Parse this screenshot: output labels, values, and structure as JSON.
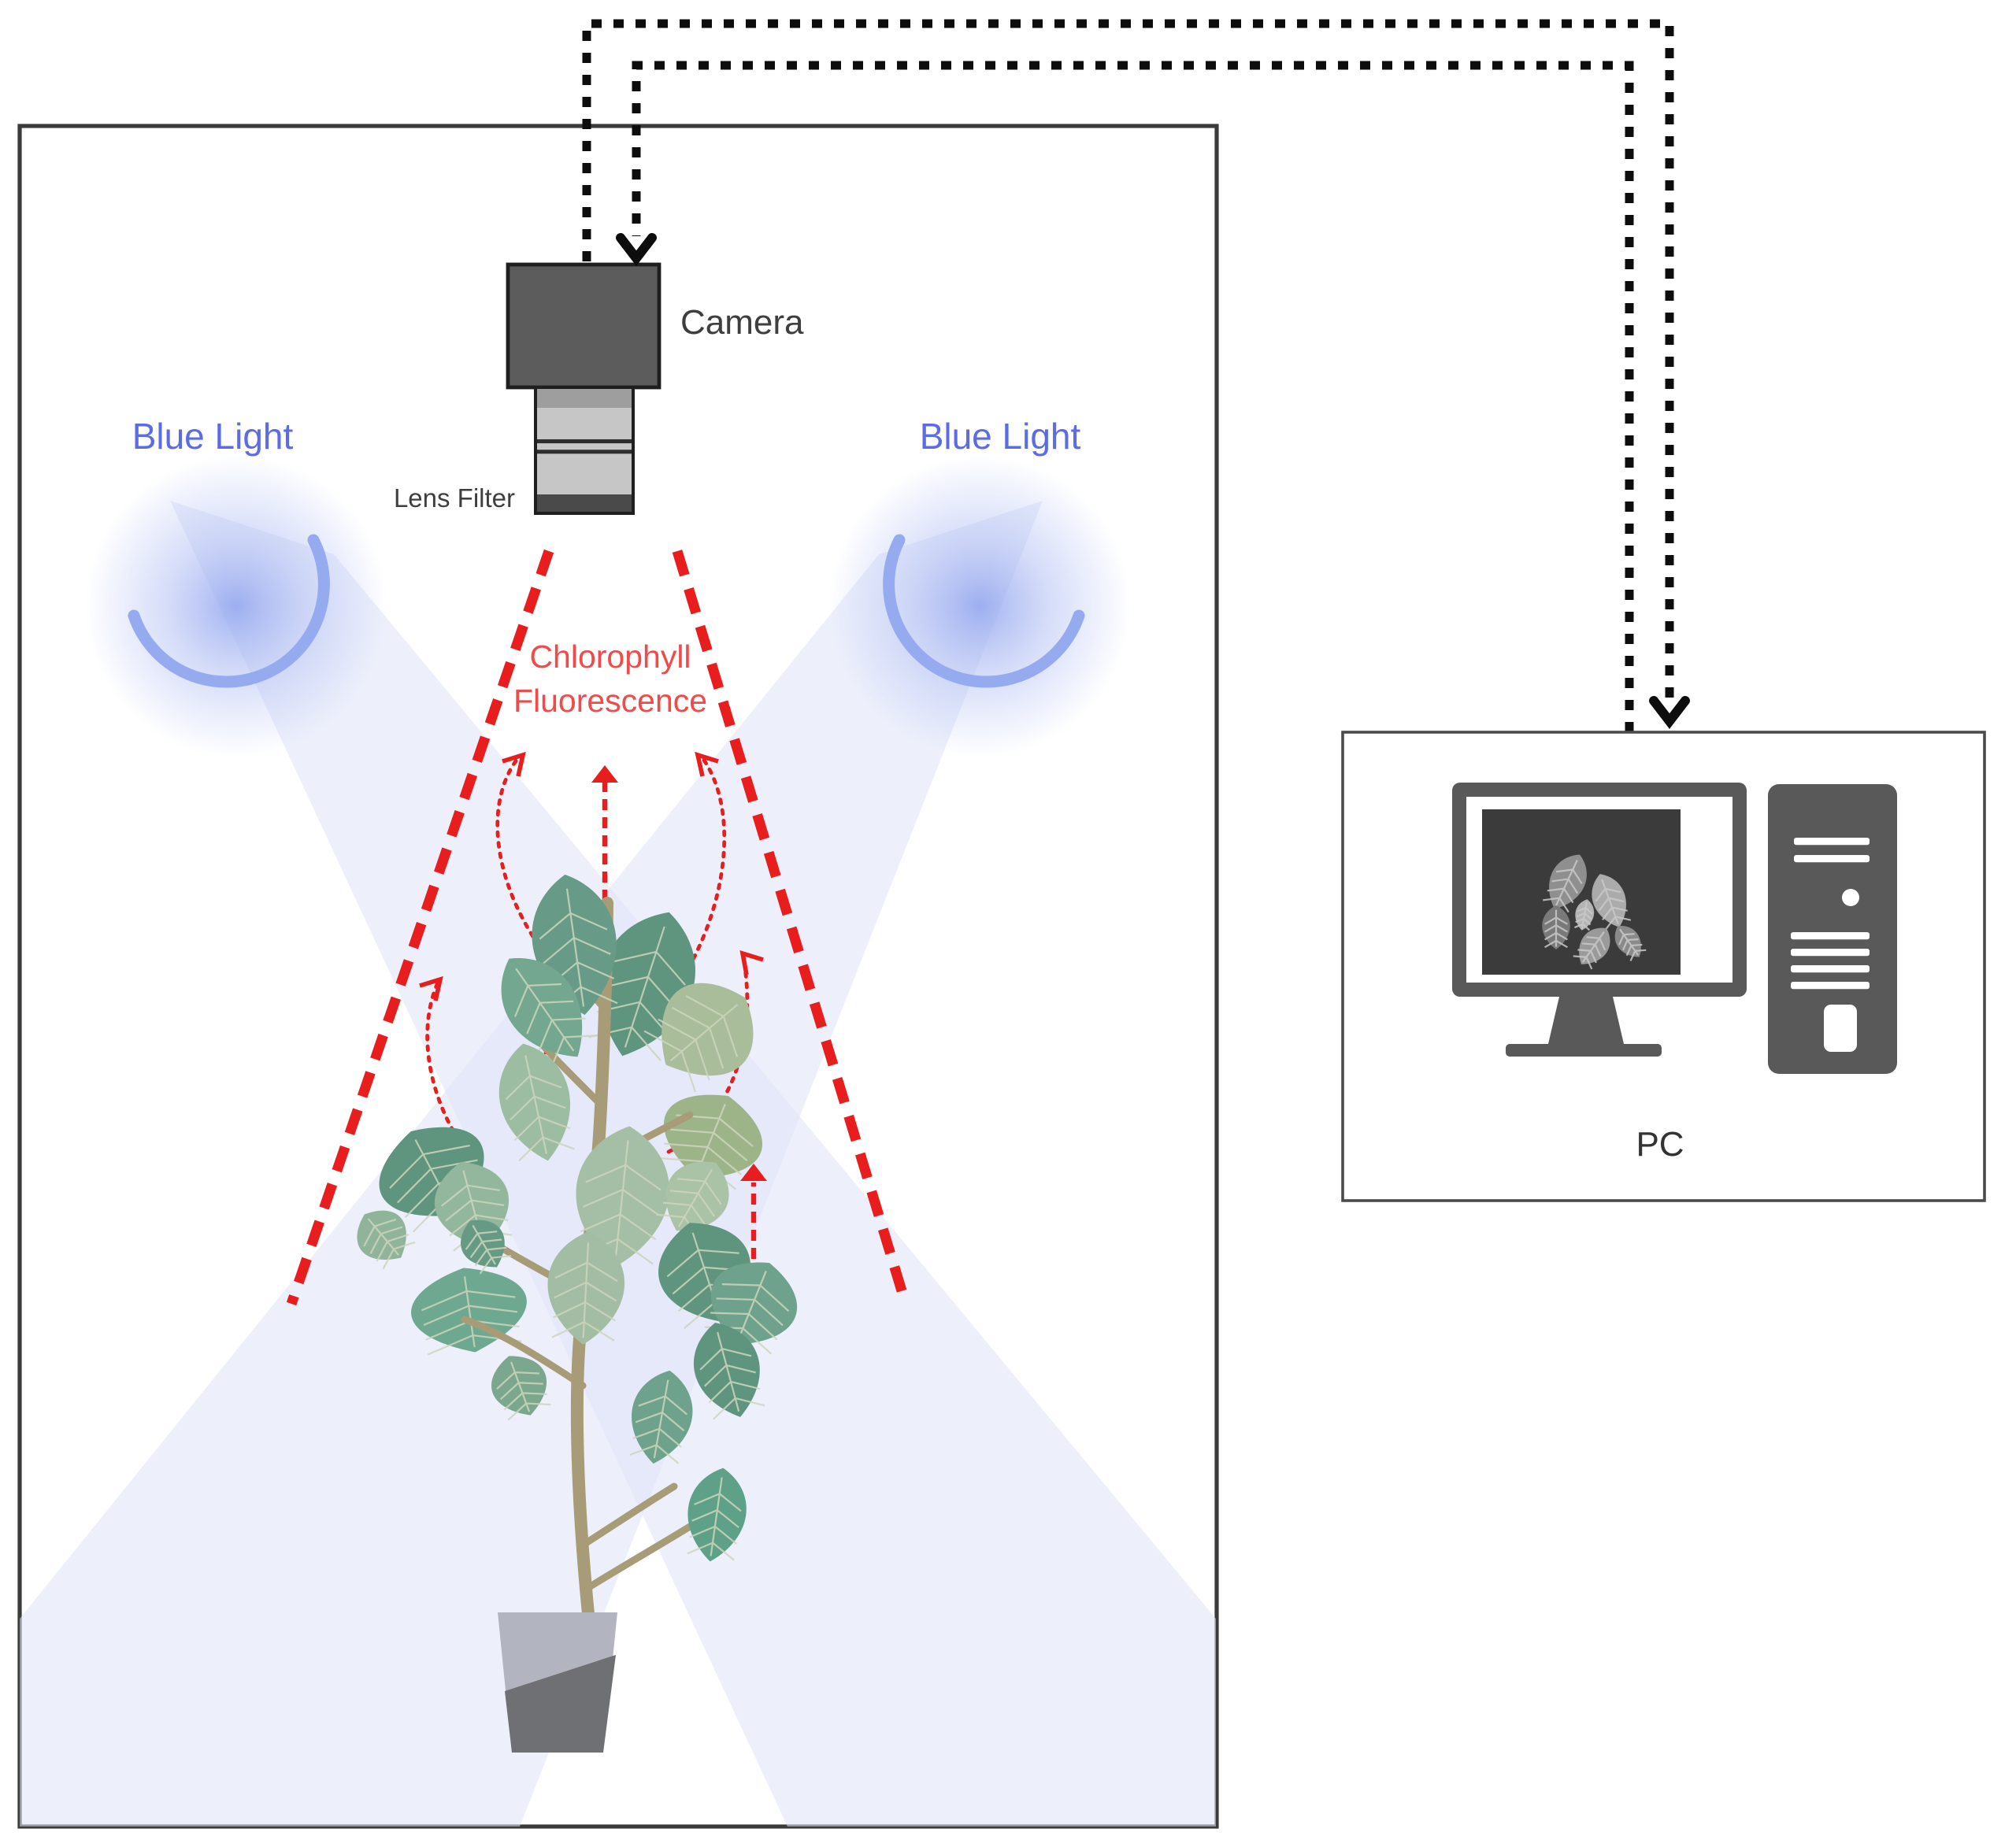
{
  "diagram": {
    "camera_label": "Camera",
    "lens_filter_label": "Lens Filter",
    "blue_light_left_label": "Blue Light",
    "blue_light_right_label": "Blue Light",
    "fluorescence_label_line1": "Chlorophyll",
    "fluorescence_label_line2": "Fluorescence",
    "pc_label": "PC"
  },
  "colors": {
    "blue_light_text": "#5b6ce4",
    "blue_arc": "#96aaf0",
    "blue_glow": "#9fb1f1",
    "light_beam": "#dfe3f7",
    "fluorescence_red": "#e81e1e",
    "fluorescence_text": "#f04a4a",
    "connector_black": "#0d0d0d",
    "device_gray": "#595959",
    "screen_dark": "#3b3b3b",
    "leaf_green_dark": "#5f947f",
    "leaf_green_mid": "#74a78f",
    "leaf_green_light": "#a5bfa6",
    "leaf_olive": "#9db489",
    "stem_brown": "#a79c77",
    "pot_light": "#b2b4bf",
    "pot_dark": "#6e7073"
  }
}
